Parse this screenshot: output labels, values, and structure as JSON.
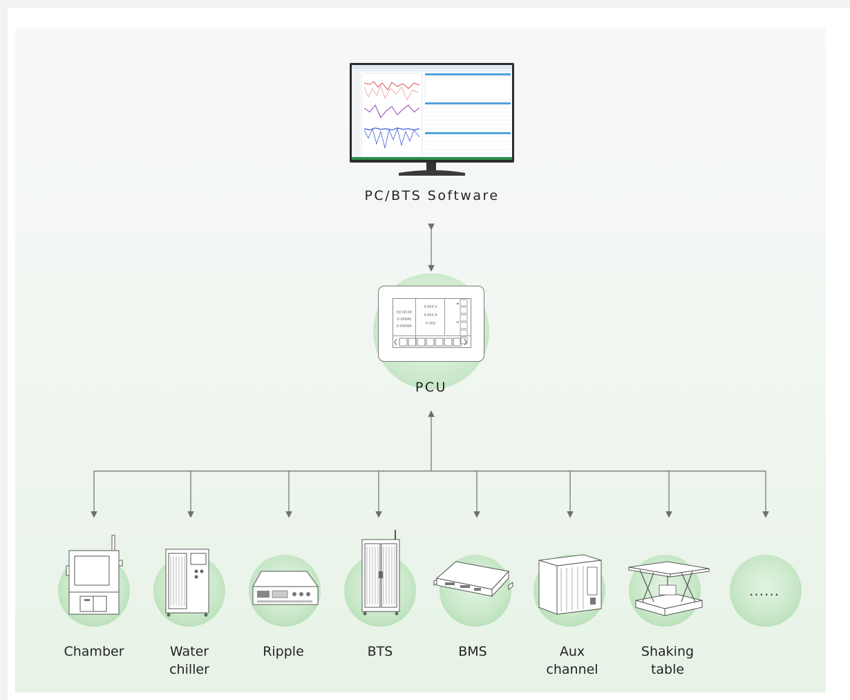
{
  "top": {
    "label": "PC/BTS Software",
    "icon": "monitor-icon"
  },
  "middle": {
    "label": "PCU",
    "icon": "pcu-tablet-icon",
    "screen": {
      "left_lines": [
        "00:00:00",
        "0.000Ah",
        "0.000Wh"
      ],
      "right_lines": [
        "0.000 V",
        "0.000 A",
        "0.000"
      ]
    }
  },
  "devices": [
    {
      "label": "Chamber",
      "icon": "chamber-icon"
    },
    {
      "label": "Water\nchiller",
      "icon": "water-chiller-icon"
    },
    {
      "label": "Ripple",
      "icon": "ripple-icon"
    },
    {
      "label": "BTS",
      "icon": "bts-icon"
    },
    {
      "label": "BMS",
      "icon": "bms-icon"
    },
    {
      "label": "Aux\nchannel",
      "icon": "aux-channel-icon"
    },
    {
      "label": "Shaking\ntable",
      "icon": "shaking-table-icon"
    },
    {
      "label": "",
      "icon": "more-icon",
      "text": "......"
    }
  ],
  "colors": {
    "line": "#6e6e6e",
    "circle_green": "#b6dcb6",
    "plot_red": "#d9534f",
    "plot_blue": "#3b5bdb",
    "plot_purple": "#8e44ad",
    "table_header": "#4fa3d8"
  }
}
